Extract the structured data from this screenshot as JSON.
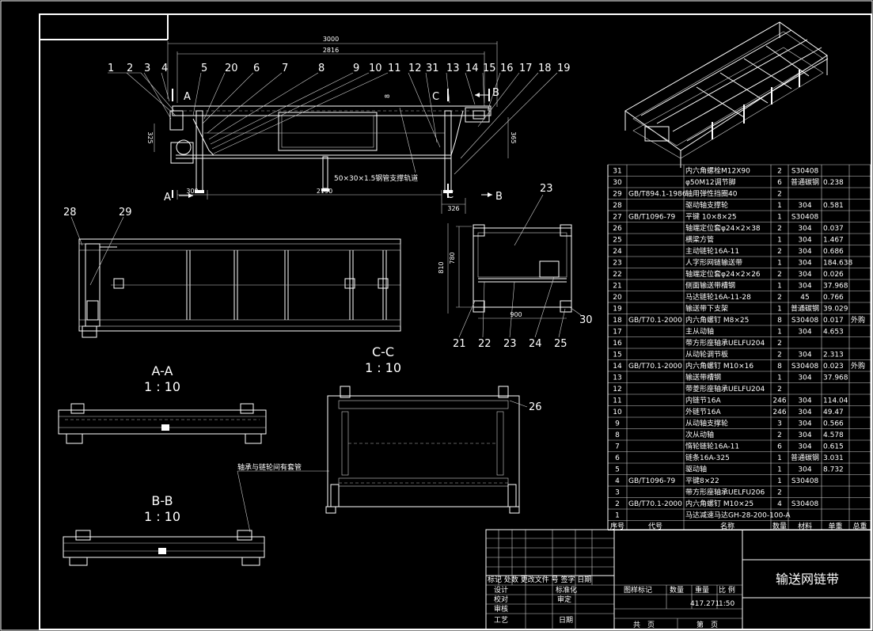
{
  "drawing": {
    "title": "输送网链带",
    "total_weight": "417.271",
    "scale": "1:50",
    "labels": {
      "design": "设计",
      "check": "校对",
      "review": "审核",
      "process": "工艺",
      "standardize": "标准化",
      "approve": "审定",
      "date": "日期",
      "revision_header": "标记 处数 更改文件 号 签字 日期",
      "drawing_mark": "图样标记",
      "quantity": "数量",
      "weight": "重量",
      "scale_label": "比 例",
      "sheets_total": "共　页",
      "sheet_no": "第　页"
    }
  },
  "dimensions": {
    "total_length": "3000",
    "inner_length": "2816",
    "left_offset": "300",
    "span": "2190",
    "right_offset": "326",
    "left_height": "325",
    "right_height": "365",
    "plate_thickness": "8",
    "width_total": "810",
    "width_inner": "780",
    "depth": "900",
    "rail_note": "50×30×1.5钢管支撑轨道",
    "axle_note": "轴承与链轮间有套管"
  },
  "callouts": {
    "front": [
      "1",
      "2",
      "3",
      "4",
      "5",
      "20",
      "6",
      "7",
      "8",
      "9",
      "10",
      "11",
      "12",
      "31",
      "13",
      "14",
      "15",
      "16",
      "17",
      "18",
      "19"
    ],
    "top": [
      "28",
      "29"
    ],
    "side": [
      "23",
      "21",
      "22",
      "23",
      "24",
      "25",
      "30"
    ],
    "section_cc": [
      "26"
    ]
  },
  "section_labels": {
    "a": "A",
    "b": "B",
    "c": "C",
    "aa_title": "A-A",
    "aa_scale": "1 : 10",
    "bb_title": "B-B",
    "bb_scale": "1 : 10",
    "cc_title": "C-C",
    "cc_scale": "1 : 10"
  },
  "bom": {
    "headers": [
      "序号",
      "代号",
      "名称",
      "数量",
      "材料",
      "单重",
      "总重"
    ],
    "rows": [
      [
        "31",
        "",
        "内六角螺栓M12X90",
        "2",
        "S30408",
        "",
        ""
      ],
      [
        "30",
        "",
        "φ50M12调节脚",
        "6",
        "普通碳钢",
        "0.238",
        ""
      ],
      [
        "29",
        "GB/T894.1-1986",
        "轴用弹性挡圈40",
        "2",
        "",
        "",
        ""
      ],
      [
        "28",
        "",
        "驱动轴支撑轮",
        "1",
        "304",
        "0.581",
        ""
      ],
      [
        "27",
        "GB/T1096-79",
        "平键 10×8×25",
        "1",
        "S30408",
        "",
        ""
      ],
      [
        "26",
        "",
        "轴端定位套φ24×2×38",
        "2",
        "304",
        "0.037",
        ""
      ],
      [
        "25",
        "",
        "横梁方管",
        "1",
        "304",
        "1.467",
        ""
      ],
      [
        "24",
        "",
        "主动链轮16A-11",
        "2",
        "304",
        "0.686",
        ""
      ],
      [
        "23",
        "",
        "人字形网链输送带",
        "1",
        "304",
        "184.638",
        ""
      ],
      [
        "22",
        "",
        "轴端定位套φ24×2×26",
        "2",
        "304",
        "0.026",
        ""
      ],
      [
        "21",
        "",
        "侧面输送带槽钢",
        "1",
        "304",
        "37.968",
        ""
      ],
      [
        "20",
        "",
        "马达链轮16A-11-28",
        "2",
        "45",
        "0.766",
        ""
      ],
      [
        "19",
        "",
        "输送带下支架",
        "1",
        "普通碳钢",
        "39.029",
        ""
      ],
      [
        "18",
        "GB/T70.1-2000",
        "内六角螺钉 M8×25",
        "8",
        "S30408",
        "0.017",
        "外购"
      ],
      [
        "17",
        "",
        "主从动轴",
        "1",
        "304",
        "4.653",
        ""
      ],
      [
        "16",
        "",
        "带方形座轴承UELFU204",
        "2",
        "",
        "",
        ""
      ],
      [
        "15",
        "",
        "从动轮调节板",
        "2",
        "304",
        "2.313",
        ""
      ],
      [
        "14",
        "GB/T70.1-2000",
        "内六角螺钉 M10×16",
        "8",
        "S30408",
        "0.023",
        "外购"
      ],
      [
        "13",
        "",
        "输送带槽钢",
        "1",
        "304",
        "37.968",
        ""
      ],
      [
        "12",
        "",
        "带菱形座轴承UELFU204",
        "2",
        "",
        "",
        ""
      ],
      [
        "11",
        "",
        "内链节16A",
        "246",
        "304",
        "114.04",
        ""
      ],
      [
        "10",
        "",
        "外链节16A",
        "246",
        "304",
        "49.47",
        ""
      ],
      [
        "9",
        "",
        "从动轴支撑轮",
        "3",
        "304",
        "0.566",
        ""
      ],
      [
        "8",
        "",
        "次从动轴",
        "2",
        "304",
        "4.578",
        ""
      ],
      [
        "7",
        "",
        "惰轮链轮16A-11",
        "6",
        "304",
        "0.615",
        ""
      ],
      [
        "6",
        "",
        "链条16A-325",
        "1",
        "普通碳钢",
        "3.031",
        ""
      ],
      [
        "5",
        "",
        "驱动轴",
        "1",
        "304",
        "8.732",
        ""
      ],
      [
        "4",
        "GB/T1096-79",
        "平键8×22",
        "1",
        "S30408",
        "",
        ""
      ],
      [
        "3",
        "",
        "带方形座轴承UELFU206",
        "2",
        "",
        "",
        ""
      ],
      [
        "2",
        "GB/T70.1-2000",
        "内六角螺钉 M10×25",
        "4",
        "S30408",
        "",
        ""
      ],
      [
        "1",
        "",
        "马达减速马达GH-28-200-100-A",
        "",
        "",
        "",
        ""
      ]
    ]
  }
}
